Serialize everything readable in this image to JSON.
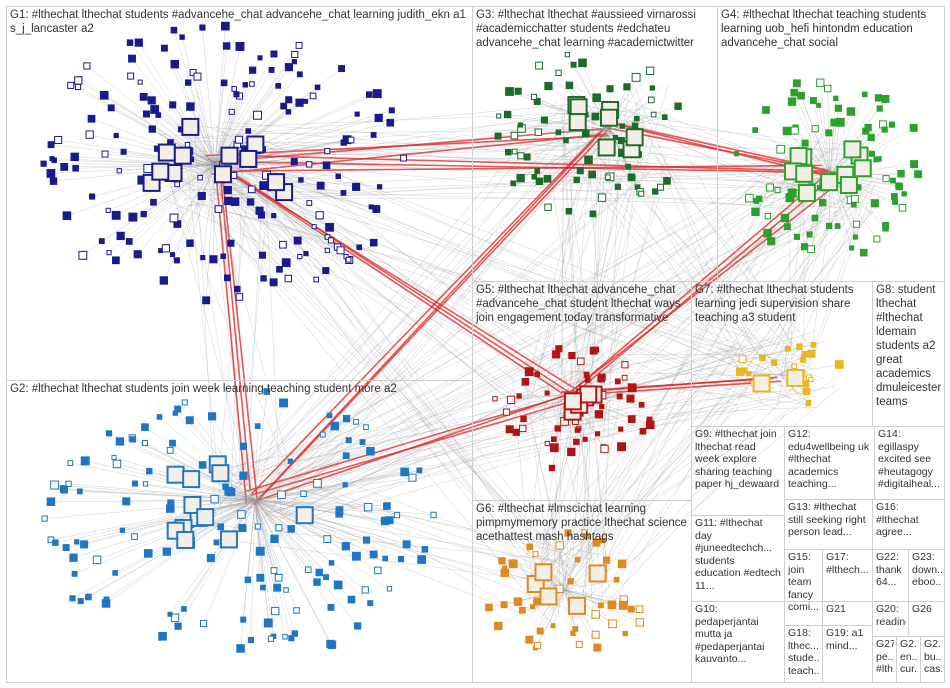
{
  "groups": [
    {
      "id": "g1",
      "label": "G1: #lthechat lthechat students #advancehe_chat advancehe_chat learning judith_ekn a1 s_j_lancaster a2"
    },
    {
      "id": "g3",
      "label": "G3: #lthechat lthechat #aussieed virnarossi #academicchatter students #edchateu advancehe_chat learning #academictwitter"
    },
    {
      "id": "g4",
      "label": "G4: #lthechat lthechat teaching students learning uob_hefi hintondm education advancehe_chat social"
    },
    {
      "id": "g5",
      "label": "G5: #lthechat lthechat advancehe_chat #advancehe_chat student lthechat ways join engagement today transformative"
    },
    {
      "id": "g7",
      "label": "G7: #lthechat lthechat students learning jedi supervision share teaching a3 student"
    },
    {
      "id": "g8",
      "label": "G8: student lthechat #lthechat ldemain students a2 great academics dmuleicester teams"
    },
    {
      "id": "g2",
      "label": "G2: #lthechat lthechat students join week learning teaching student more a2"
    },
    {
      "id": "g9",
      "label": "G9: #lthechat join lthechat read week explore sharing teaching paper hj_dewaard"
    },
    {
      "id": "g12",
      "label": "G12: edu4wellbeing uk #lthechat academics teaching..."
    },
    {
      "id": "g14",
      "label": "G14: egillaspy excited see #heutagogy #digitalheal..."
    },
    {
      "id": "g6",
      "label": "G6: #lthechat #lmscichat learning pimpmymemory practice lthechat science acethattest mash hashtags"
    },
    {
      "id": "g13",
      "label": "G13: #lthechat still seeking right person lead..."
    },
    {
      "id": "g16",
      "label": "G16: #lthechat agree..."
    },
    {
      "id": "g11",
      "label": "G11: #lthechat day #juneedtechch... students education #edtech 11..."
    },
    {
      "id": "g15",
      "label": "G15: join team fancy comi..."
    },
    {
      "id": "g17",
      "label": "G17: #lthech..."
    },
    {
      "id": "g22",
      "label": "G22: thank 64..."
    },
    {
      "id": "g23",
      "label": "G23: down... eboo..."
    },
    {
      "id": "g10",
      "label": "G10: pedaperjantai mutta ja #pedaperjantai kauvanto..."
    },
    {
      "id": "g21",
      "label": "G21"
    },
    {
      "id": "g20",
      "label": "G20: reading..."
    },
    {
      "id": "g26",
      "label": "G26"
    },
    {
      "id": "g18",
      "label": "G18: lthec... stude... teach..."
    },
    {
      "id": "g19",
      "label": "G19: a1 mind..."
    },
    {
      "id": "g27",
      "label": "G27: pe... #lth..."
    },
    {
      "id": "g2x",
      "label": "G2... en... cur..."
    },
    {
      "id": "g2y",
      "label": "G2... bu... cas..."
    }
  ],
  "colors": {
    "g1": "#1a1a8c",
    "g2": "#1f77c4",
    "g3": "#1c6b2a",
    "g4": "#2ca02c",
    "g5": "#b01515",
    "g6": "#e08a1e",
    "g7": "#e8b820",
    "edge": "#9a9a9a",
    "edge_strong": "#e02020",
    "border": "#cfcfcf"
  }
}
